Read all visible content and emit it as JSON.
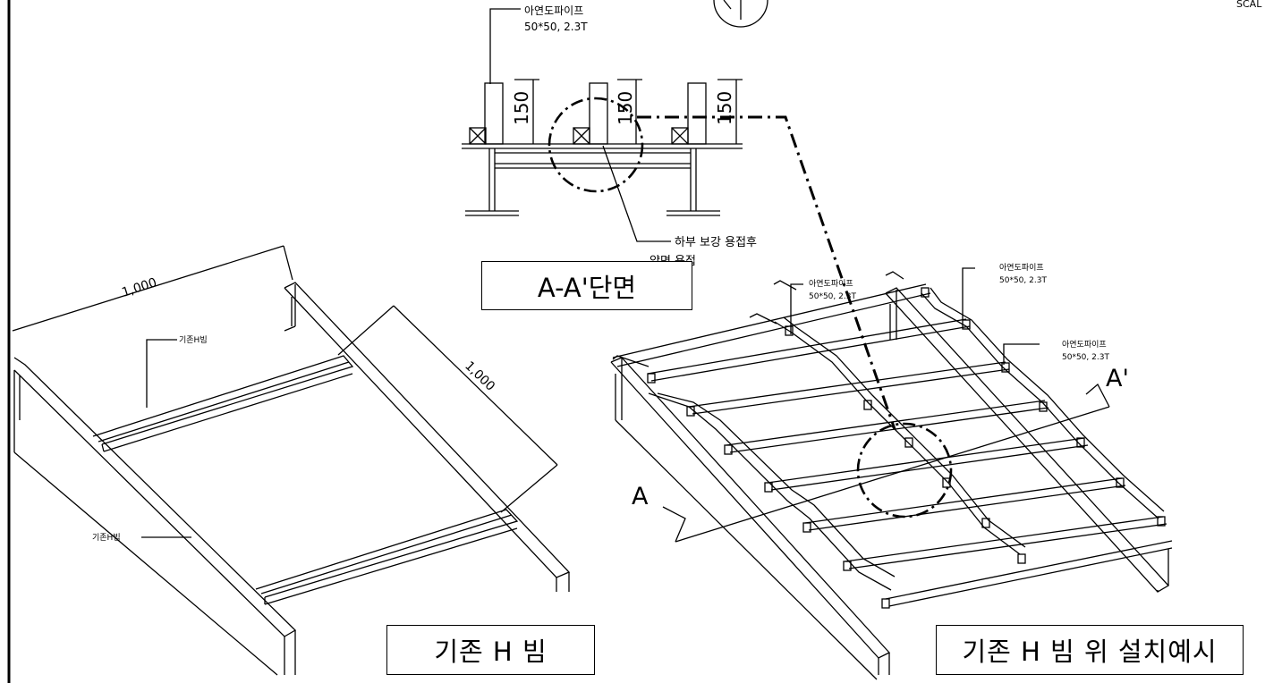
{
  "section_view": {
    "pipe_label_line1": "아연도파이프",
    "pipe_label_line2": "50*50, 2.3T",
    "dim_heights": [
      "150",
      "150",
      "150"
    ],
    "weld_note_line1": "하부 보강 용접후",
    "weld_note_line2": "양면 용접",
    "title": "A-A'단면"
  },
  "header_marks": {
    "scale_fragment": "SCAL"
  },
  "existing_beam_view": {
    "dim_length": "1,000",
    "dim_width": "1,000",
    "beam_label_top": "기존H빔",
    "beam_label_bottom": "기존H빔",
    "title": "기존 H 빔"
  },
  "install_view": {
    "pipe_label_1_line1": "아연도파이프",
    "pipe_label_1_line2": "50*50, 2.3T",
    "pipe_label_2_line1": "아연도파이프",
    "pipe_label_2_line2": "50*50, 2.3T",
    "pipe_label_3_line1": "아연도파이프",
    "pipe_label_3_line2": "50*50, 2.3T",
    "cut_mark_a": "A",
    "cut_mark_a_prime": "A'",
    "title": "기존 H 빔 위 설치예시"
  }
}
